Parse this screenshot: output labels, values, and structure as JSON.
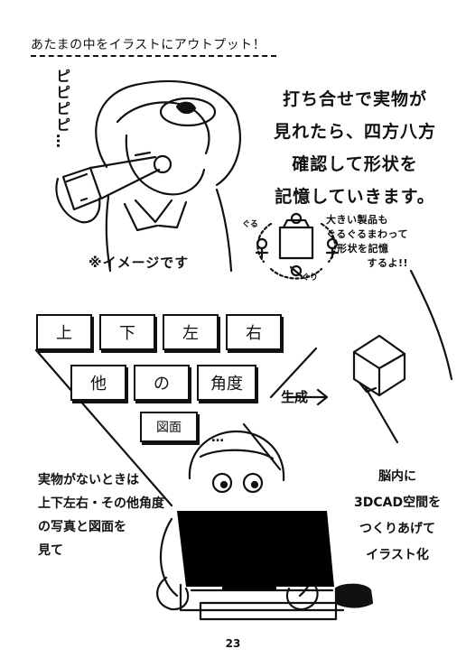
{
  "header": {
    "title": "あたまの中をイラストにアウトプット！"
  },
  "panel_top": {
    "sfx": "ピピピピ…",
    "main_note": [
      "打ち合せで実物が",
      "見れたら、四方八方",
      "確認して形状を",
      "記憶していきます。"
    ],
    "image_note": "※イメージです",
    "rotate_note": [
      "大きい製品も",
      "ぐるぐるまわって",
      "形状を記憶",
      "するよ!!"
    ],
    "rotate_sfx_1": "ぐる",
    "rotate_sfx_2": "ぐり"
  },
  "panel_bottom": {
    "views_row1": [
      "上",
      "下",
      "左",
      "右"
    ],
    "views_row2": [
      "他",
      "の",
      "角度"
    ],
    "drawing_label": "図面",
    "ellipsis": "…",
    "generate_label": "生成",
    "left_note": [
      "実物がないときは",
      "上下左右・その他角度",
      "の写真と図面を",
      "見て"
    ],
    "right_note": [
      "脳内に",
      "3DCAD空間を",
      "つくりあげて",
      "イラスト化"
    ]
  },
  "footer": {
    "page_number": "23"
  }
}
